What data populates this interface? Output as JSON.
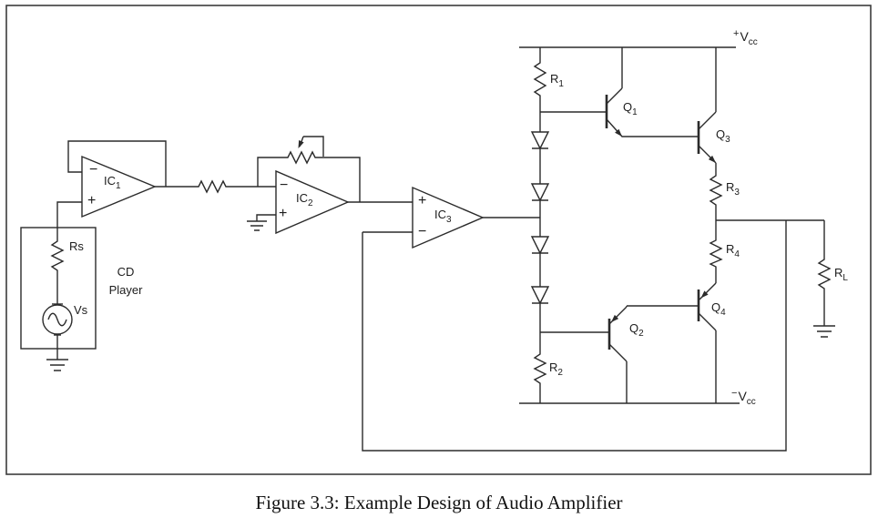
{
  "figure": {
    "caption": "Figure 3.3: Example Design of Audio Amplifier"
  },
  "source_block": {
    "box_label_line1": "CD",
    "box_label_line2": "Player",
    "rs": "Rs",
    "vs": "Vs"
  },
  "opamps": {
    "ic1": {
      "base": "IC",
      "sub": "1"
    },
    "ic2": {
      "base": "IC",
      "sub": "2"
    },
    "ic3": {
      "base": "IC",
      "sub": "3"
    },
    "minus": "−",
    "plus": "+"
  },
  "resistors": {
    "r1": {
      "base": "R",
      "sub": "1"
    },
    "r2": {
      "base": "R",
      "sub": "2"
    },
    "r3": {
      "base": "R",
      "sub": "3"
    },
    "r4": {
      "base": "R",
      "sub": "4"
    },
    "rl": {
      "base": "R",
      "sub": "L"
    }
  },
  "transistors": {
    "q1": {
      "base": "Q",
      "sub": "1"
    },
    "q2": {
      "base": "Q",
      "sub": "2"
    },
    "q3": {
      "base": "Q",
      "sub": "3"
    },
    "q4": {
      "base": "Q",
      "sub": "4"
    }
  },
  "supplies": {
    "vcc_pos": {
      "sign": "+",
      "base": "V",
      "sub": "cc"
    },
    "vcc_neg": {
      "sign": "−",
      "base": "V",
      "sub": "cc"
    }
  },
  "colors": {
    "wire": "#2b2b2b",
    "border": "#3c3c3c",
    "background": "#ffffff"
  }
}
